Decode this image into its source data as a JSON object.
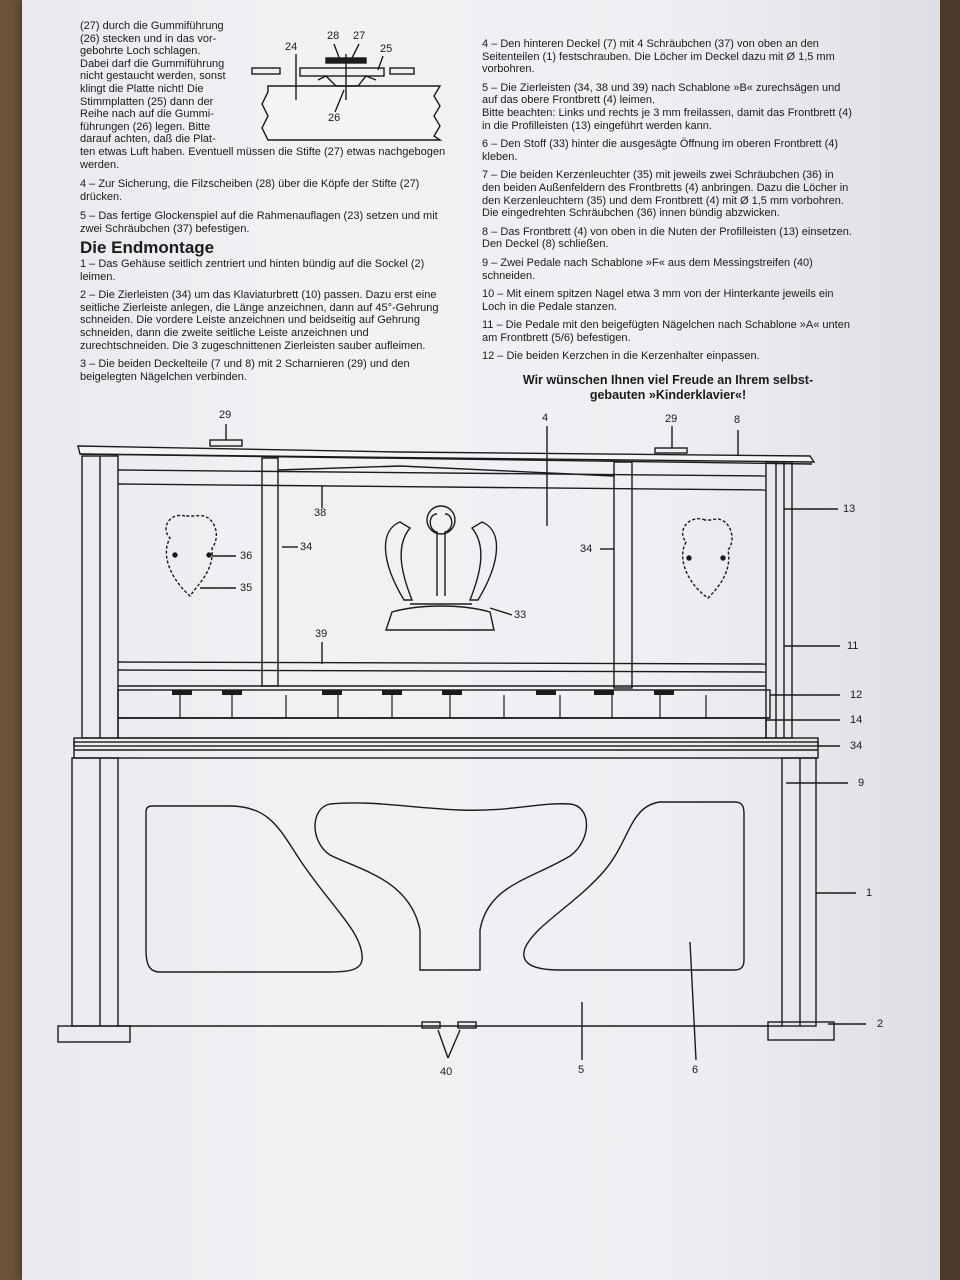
{
  "left_column": {
    "intro_lines": [
      "(27) durch die Gummiführung",
      "(26) stecken und in das vor-",
      "gebohrte Loch schlagen.",
      "Dabei darf die Gummiführung",
      "nicht gestaucht werden, sonst",
      "klingt die Platte nicht! Die",
      "Stimmplatten (25) dann der",
      "Reihe nach auf die Gummi-",
      "führungen (26) legen. Bitte",
      "darauf achten, daß die Plat-"
    ],
    "intro_rest": "ten etwas Luft haben. Eventuell müssen die Stifte (27) etwas nachgebogen werden.",
    "step4": "4 – Zur Sicherung, die Filzscheiben (28) über die Köpfe der Stifte (27) drücken.",
    "step5": "5 – Das fertige Glockenspiel auf die Rahmenauflagen (23) setzen und mit zwei Schräubchen (37) befestigen.",
    "heading": "Die Endmontage",
    "end_steps": [
      "1 – Das Gehäuse seitlich zentriert und hinten bündig auf die Sockel (2) leimen.",
      "2 – Die Zierleisten (34) um das Klaviaturbrett (10) passen. Dazu erst eine seitliche Zierleiste anlegen, die Länge anzeichnen, dann auf 45°-Gehrung schneiden. Die vordere Leiste anzeichnen und beidseitig auf Gehrung schneiden, dann die zweite seitliche Leiste anzeichnen und zurechtschneiden. Die 3 zugeschnittenen Zierleisten sauber aufleimen.",
      "3 – Die beiden Deckelteile (7 und 8) mit 2 Scharnieren (29) und den beigelegten Nägelchen verbinden."
    ]
  },
  "right_column": {
    "steps": [
      "4 – Den hinteren Deckel (7) mit 4 Schräubchen (37) von oben an den Seitenteilen (1) festschrauben. Die Löcher im Deckel dazu mit Ø 1,5 mm vorbohren.",
      "5 – Die Zierleisten (34, 38 und 39) nach Schablone »B« zurechsägen und auf das obere Frontbrett (4) leimen.",
      "Bitte beachten: Links und rechts je 3 mm freilassen, damit das Frontbrett (4) in die Profilleisten (13) eingeführt werden kann.",
      "6 – Den Stoff (33) hinter die ausgesägte Öffnung im oberen Frontbrett (4) kleben.",
      "7 – Die beiden Kerzenleuchter (35) mit jeweils zwei Schräubchen (36) in den beiden Außenfeldern des Frontbretts (4) anbringen. Dazu die Löcher in den Kerzenleuchtern (35) und dem Frontbrett (4) mit Ø 1,5 mm vorbohren. Die eingedrehten Schräubchen (36) innen bündig abzwicken.",
      "8 – Das Frontbrett (4) von oben in die Nuten der Profilleisten (13) einsetzen. Den Deckel (8) schließen.",
      "9 – Zwei Pedale nach Schablone »F« aus dem Messingstreifen (40) schneiden.",
      "10 – Mit einem spitzen Nagel etwa 3 mm von der Hinterkante jeweils ein Loch in die Pedale stanzen.",
      "11 – Die Pedale mit den beigefügten Nägelchen nach Schablone »A« unten am Frontbrett (5/6) befestigen.",
      "12 – Die beiden Kerzchen in die Kerzenhalter einpassen."
    ],
    "closing_line1": "Wir wünschen Ihnen viel Freude an Ihrem selbst-",
    "closing_line2": "gebauten »Kinderklavier«!"
  },
  "detail_labels": {
    "l28": "28",
    "l27": "27",
    "l24": "24",
    "l25": "25",
    "l26": "26"
  },
  "piano_labels": {
    "l29a": "29",
    "l4": "4",
    "l29b": "29",
    "l8": "8",
    "l13": "13",
    "l38": "38",
    "l34a": "34",
    "l34b": "34",
    "l36": "36",
    "l35": "35",
    "l33": "33",
    "l39": "39",
    "l11": "11",
    "l12": "12",
    "l14": "14",
    "l34c": "34",
    "l9": "9",
    "l1": "1",
    "l2": "2",
    "l40": "40",
    "l5": "5",
    "l6": "6"
  }
}
